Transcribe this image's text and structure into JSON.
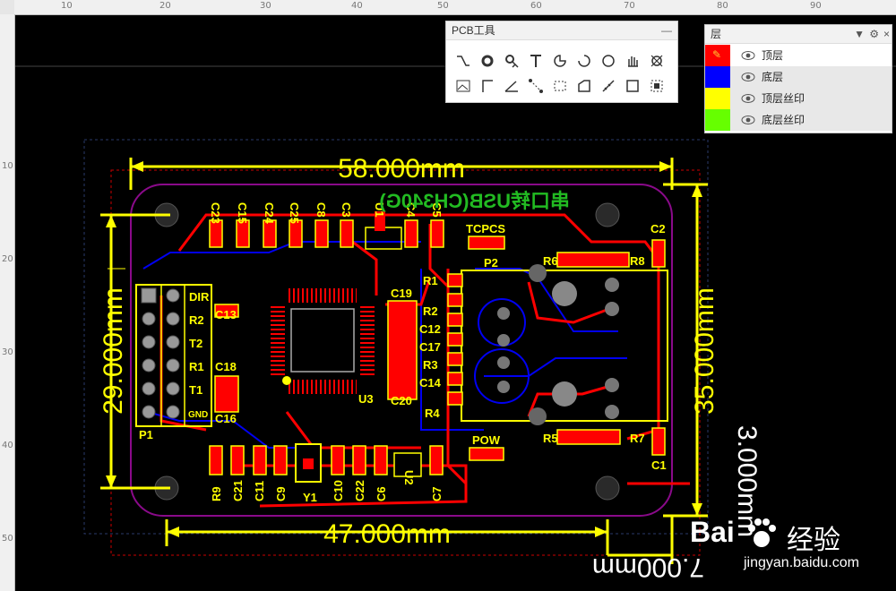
{
  "rulers": {
    "top_ticks": [
      "10",
      "20",
      "30",
      "40",
      "50",
      "60",
      "70",
      "80",
      "90"
    ],
    "left_ticks": [
      "10",
      "20",
      "30",
      "40",
      "50"
    ]
  },
  "pcb_tools": {
    "title": "PCB工具",
    "minimize": "—"
  },
  "layers": {
    "title": "层",
    "items": [
      {
        "name": "顶层",
        "color": "#ff0000",
        "active": true
      },
      {
        "name": "底层",
        "color": "#0000ff"
      },
      {
        "name": "顶层丝印",
        "color": "#ffff00"
      },
      {
        "name": "底层丝印",
        "color": "#66ff00"
      }
    ]
  },
  "dimensions": {
    "top_width": "58.000mm",
    "bottom_width": "47.000mm",
    "left_height": "29.000mm",
    "right_height": "35.000mm",
    "right_side": "3.000mm",
    "bottom_right": "7.000mm"
  },
  "board": {
    "silk_title": "串口转USB(CH340G)",
    "components_top": [
      "C23",
      "C15",
      "C24",
      "C25",
      "C8",
      "C3",
      "U1",
      "C4",
      "C5"
    ],
    "components_left": [
      "DIR",
      "R2",
      "T2",
      "R1",
      "T1",
      "GND",
      "C13",
      "C18",
      "C16",
      "P1"
    ],
    "components_middle": [
      "C19",
      "R2",
      "C12",
      "C17",
      "R3",
      "C14",
      "C20",
      "U3",
      "R1",
      "R4"
    ],
    "components_right": [
      "C2",
      "TCPCS",
      "P2",
      "R6",
      "R8",
      "R5",
      "R7",
      "C1",
      "POW"
    ],
    "components_bottom": [
      "R9",
      "C21",
      "C11",
      "C9",
      "Y1",
      "C10",
      "C22",
      "C6",
      "U2",
      "C7"
    ]
  },
  "watermark": {
    "brand": "Bai",
    "brand_suffix": "经验",
    "url": "jingyan.baidu.com"
  },
  "colors": {
    "top_layer": "#ff0000",
    "bottom_layer": "#0000ff",
    "top_silk": "#ffff00",
    "bottom_silk": "#66ff00",
    "board_outline": "#8a0a8a",
    "background": "#000000"
  }
}
